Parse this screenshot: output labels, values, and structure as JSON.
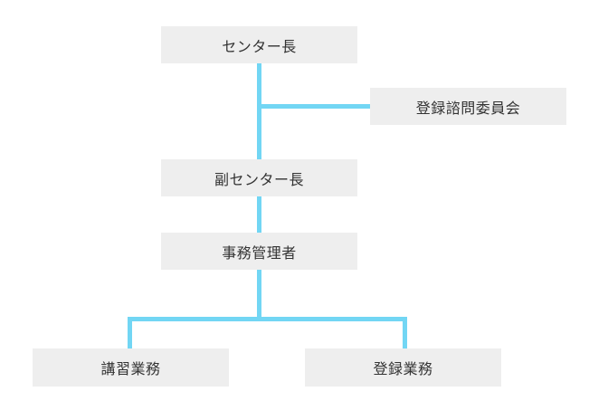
{
  "org_chart": {
    "line_color": "#72d6f4",
    "box_color": "#eeeeee",
    "text_color": "#333333",
    "nodes": {
      "center_director": "センター長",
      "registration_committee": "登録諮問委員会",
      "deputy_director": "副センター長",
      "office_manager": "事務管理者",
      "training_work": "講習業務",
      "registration_work": "登録業務"
    }
  }
}
